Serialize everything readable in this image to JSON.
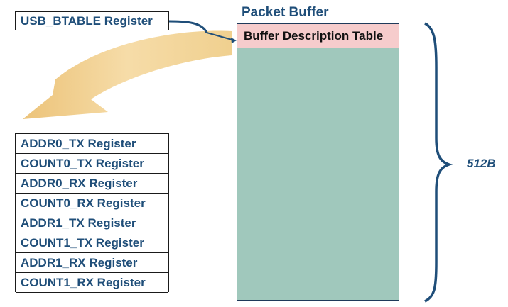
{
  "diagram": {
    "usb_btable_label": "USB_BTABLE Register",
    "packet_buffer_title": "Packet Buffer",
    "bdt_label": "Buffer Description Table",
    "size_label": "512B",
    "registers": [
      "ADDR0_TX Register",
      "COUNT0_TX Register",
      "ADDR0_RX Register",
      "COUNT0_RX Register",
      "ADDR1_TX Register",
      "COUNT1_TX Register",
      "ADDR1_RX Register",
      "COUNT1_RX Register"
    ]
  },
  "colors": {
    "label_text": "#1f4e79",
    "bdt_fill": "#f6cccc",
    "buffer_fill": "#a0c8bc",
    "arrow_fill": "#f2cf8a",
    "connector": "#1f4e79"
  }
}
